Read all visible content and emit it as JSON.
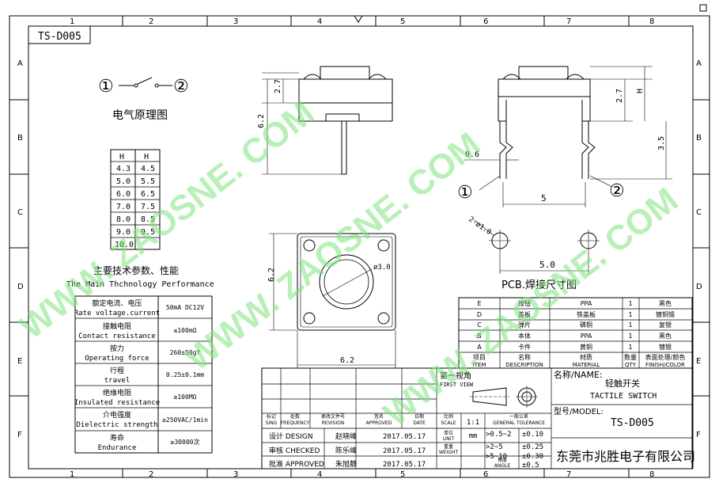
{
  "title_box": "TS-D005",
  "ruler": {
    "cols": [
      "1",
      "2",
      "3",
      "4",
      "5",
      "6",
      "7",
      "8"
    ],
    "rows": [
      "A",
      "B",
      "C",
      "D",
      "E",
      "F"
    ]
  },
  "circuit": {
    "pin1": "①",
    "pin2": "②",
    "caption": "电气原理图"
  },
  "height_table": {
    "headers": [
      "H",
      "H"
    ],
    "rows": [
      [
        "4.3",
        "4.5"
      ],
      [
        "5.0",
        "5.5"
      ],
      [
        "6.0",
        "6.5"
      ],
      [
        "7.0",
        "7.5"
      ],
      [
        "8.0",
        "8.5"
      ],
      [
        "9.0",
        "9.5"
      ],
      [
        "10.0",
        ""
      ]
    ]
  },
  "spec": {
    "title_cn": "主要技术参数、性能",
    "title_en": "The Main Thchnology Performance",
    "rows": [
      {
        "cn": "额定电流、电压",
        "en": "Rate voltage.current",
        "value": "50mA DC12V"
      },
      {
        "cn": "接触电阻",
        "en": "Contact resistance",
        "value": "≤100mΩ"
      },
      {
        "cn": "按力",
        "en": "Operating force",
        "value": "260±50gf"
      },
      {
        "cn": "行程",
        "en": "travel",
        "value": "0.25±0.1mm"
      },
      {
        "cn": "绝缘电阻",
        "en": "Insulated resistance",
        "value": "≥100MΩ"
      },
      {
        "cn": "介电强度",
        "en": "Dielectric strength",
        "value": "≥250VAC/1min"
      },
      {
        "cn": "寿命",
        "en": "Endurance",
        "value": "≥30000次"
      }
    ]
  },
  "dims": {
    "h27_a": "2.7",
    "h62_a": "6.2",
    "h27_b": "2.7",
    "h_label": "H",
    "h35": "3.5",
    "w06": "0.6",
    "w5": "5",
    "dia30": "ø3.0",
    "front_w": "6.2",
    "front_h": "6.2",
    "hole": "2-ø1.0",
    "pcb_w": "5.0",
    "pin1": "①",
    "pin2": "②",
    "pcb_caption": "PCB.焊接尺寸图"
  },
  "bom": {
    "rows": [
      {
        "item": "E",
        "cn": "按钮",
        "mat": "PPA",
        "qty": "1",
        "color": "黑色"
      },
      {
        "item": "D",
        "cn": "盖板",
        "mat": "铁盖板",
        "qty": "1",
        "color": "镀铜锡"
      },
      {
        "item": "C",
        "cn": "弹片",
        "mat": "磷铜",
        "qty": "1",
        "color": "复银"
      },
      {
        "item": "B",
        "cn": "本体",
        "mat": "PPA",
        "qty": "1",
        "color": "黑色"
      },
      {
        "item": "A",
        "cn": "卡件",
        "mat": "黄铜",
        "qty": "1",
        "color": "镀银"
      }
    ],
    "header": {
      "item_cn": "项目",
      "item_en": "ITEM",
      "desc_cn": "名称",
      "desc_en": "DESCRIPTION",
      "mat_cn": "材质",
      "mat_en": "MATERIAL",
      "qty_cn": "数量",
      "qty_en": "QTY",
      "fin_cn": "表面处理/颜色",
      "fin_en": "FINISH/COLOR"
    }
  },
  "title_block": {
    "first_view_cn": "第一视角",
    "first_view_en": "FIRST VIEW",
    "name_label": "名称/NAME:",
    "name_cn": "轻触开关",
    "name_en": "TACTILE SWITCH",
    "model_label": "型号/MODEL:",
    "model": "TS-D005",
    "company": "东莞市兆胜电子有限公司",
    "hdr": [
      {
        "cn": "标记",
        "en": "SING"
      },
      {
        "cn": "处数",
        "en": "FREQUENCY"
      },
      {
        "cn": "更改文件号",
        "en": "REVISION"
      },
      {
        "cn": "签名",
        "en": "APPROVED"
      },
      {
        "cn": "日期",
        "en": "DATE"
      },
      {
        "cn": "比例",
        "en": "SCALE"
      }
    ],
    "scale": "1:1",
    "tol_cn": "一般公差",
    "tol_en": "GENERAL TOLERANCE",
    "unit_cn": "单位",
    "unit_en": "UNIT",
    "unit": "mm",
    "weight_cn": "重量",
    "weight_en": "WEIGHT",
    "angle_cn": "角度",
    "angle_en": "ANGLE",
    "tol": [
      {
        "range": ">0.5~2",
        "val": "±0.10"
      },
      {
        "range": ">2~5",
        "val": "±0.25"
      },
      {
        "range": ">5~10",
        "val": "±0.30"
      },
      {
        "range": "",
        "val": "±0.5"
      }
    ],
    "design_label": "设计 DESIGN",
    "design_name": "赵晓峰",
    "design_date": "2017.05.17",
    "check_label": "审核 CHECKED",
    "check_name": "陈乐峰",
    "check_date": "2017.05.17",
    "approve_label": "批准 APPROVED",
    "approve_name": "朱旭静",
    "approve_date": "2017.05.17"
  },
  "watermark": [
    "WWW. ZAOSNE. COM",
    "WWW. ZAOSNE. COM",
    "WWW. ZAOSNE. COM"
  ],
  "colors": {
    "watermark": "#7de37d",
    "ink": "#000000"
  }
}
